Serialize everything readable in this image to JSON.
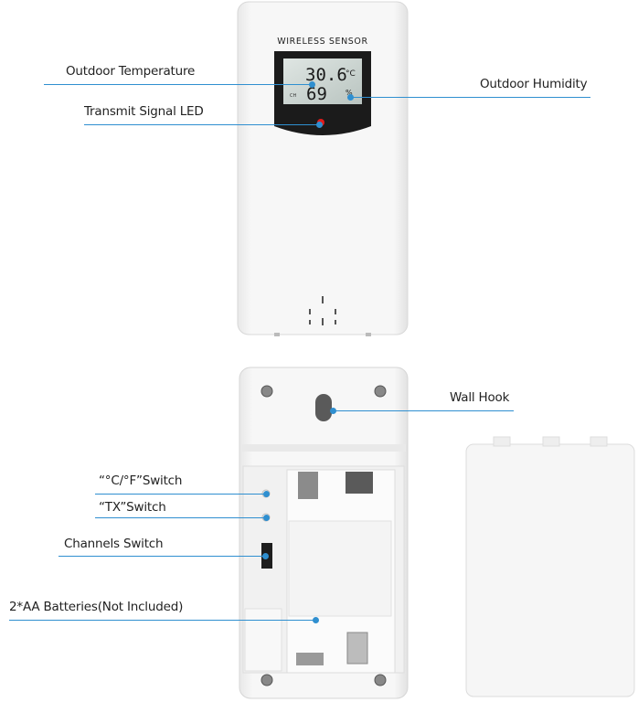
{
  "device_label": "WIRELESS SENSOR",
  "display": {
    "temperature": "30.6",
    "temp_unit": "°C",
    "humidity": "69",
    "humidity_unit": "%",
    "channel": "CH"
  },
  "callouts": {
    "outdoor_temperature": "Outdoor Temperature",
    "outdoor_humidity": "Outdoor Humidity",
    "transmit_led": "Transmit Signal LED",
    "wall_hook": "Wall Hook",
    "cf_switch": "“°C/°F”Switch",
    "tx_switch": "“TX”Switch",
    "channels_switch": "Channels Switch",
    "batteries": "2*AA Batteries(Not Included)"
  },
  "colors": {
    "callout_line": "#2f8fd0",
    "led": "#e21b1b",
    "lcd": "#c9d3cf",
    "bezel": "#1b1b1b"
  }
}
